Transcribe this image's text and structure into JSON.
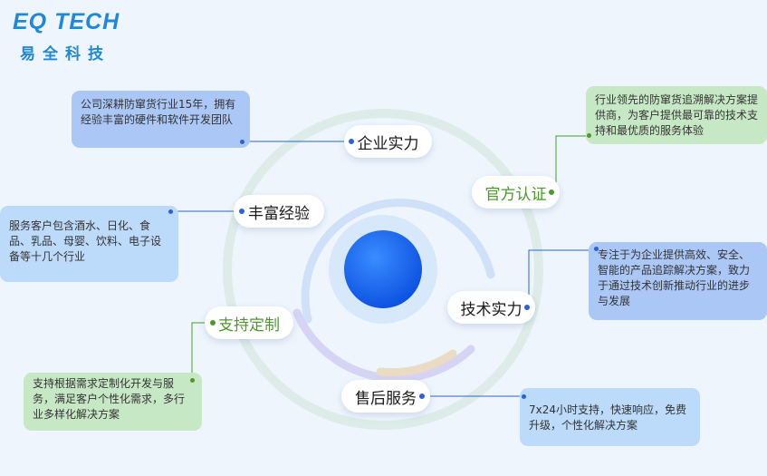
{
  "brand": {
    "logo_word": "EQ TECH",
    "logo_cn": "易全科技"
  },
  "nodes": [
    {
      "id": "company",
      "label": "企业实力",
      "description": "公司深耕防窜货行业15年，拥有经验丰富的硬件和软件开发团队"
    },
    {
      "id": "certified",
      "label": "官方认证",
      "description": "行业领先的防窜货追溯解决方案提供商，为客户提供最可靠的技术支持和最优质的服务体验"
    },
    {
      "id": "experience",
      "label": "丰富经验",
      "description": "服务客户包含酒水、日化、食品、乳品、母婴、饮料、电子设备等十几个行业"
    },
    {
      "id": "tech",
      "label": "技术实力",
      "description": "专注于为企业提供高效、安全、智能的产品追踪解决方案，致力于通过技术创新推动行业的进步与发展"
    },
    {
      "id": "custom",
      "label": "支持定制",
      "description": "支持根据需求定制化开发与服务，满足客户个性化需求，多行业多样化解决方案"
    },
    {
      "id": "service",
      "label": "售后服务",
      "description": "7x24小时支持，快速响应，免费升级，个性化解决方案"
    }
  ],
  "colors": {
    "blue": "#2a62d8",
    "green": "#4a9a2a",
    "core": "#1560f0"
  }
}
